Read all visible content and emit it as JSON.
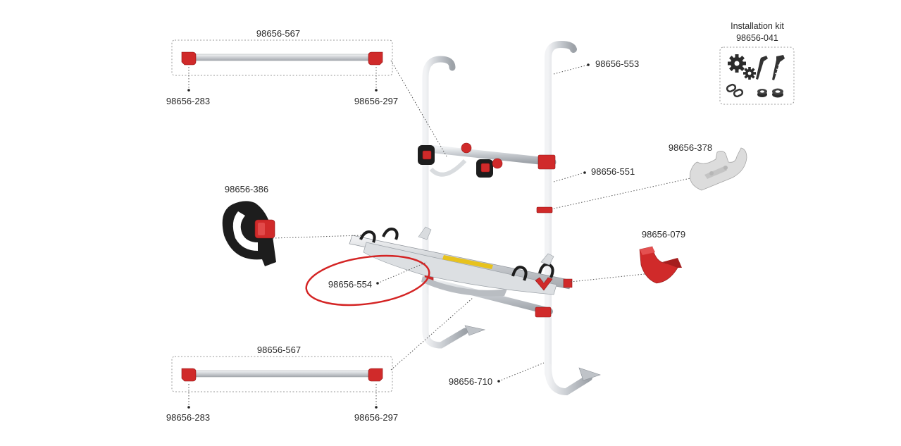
{
  "colors": {
    "rack_aluminium": "#c9ccd0",
    "clip_red": "#d02a2a",
    "highlight_ellipse": "#d42424",
    "strap_black": "#1d1d1d",
    "bracket_grey": "#d8d8d8"
  },
  "parts": {
    "rail_top": "98656-567",
    "rail_bottom": "98656-567",
    "end_left_top": "98656-283",
    "end_right_top": "98656-297",
    "end_left_bottom": "98656-283",
    "end_right_bottom": "98656-297",
    "upright": "98656-553",
    "upright_clamp": "98656-551",
    "holder": "98656-378",
    "strap": "98656-386",
    "wheel_holder": "98656-079",
    "rail_highlighted": "98656-554",
    "frame": "98656-710"
  },
  "kit": {
    "title": "Installation kit",
    "part": "98656-041",
    "icons": [
      "gear-icon",
      "gear-icon",
      "screw-icon",
      "screw-icon",
      "chain-link-icon",
      "nut-icon",
      "nut-icon"
    ]
  }
}
